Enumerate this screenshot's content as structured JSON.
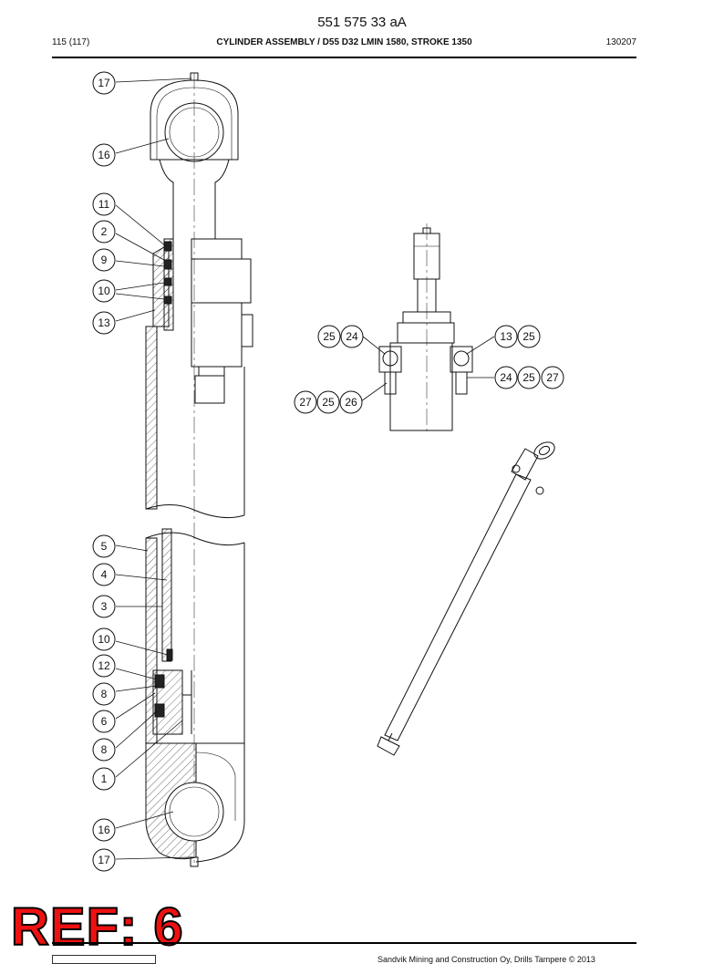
{
  "header": {
    "doc_number": "551 575 33 aA",
    "page_count": "115 (117)",
    "title": "CYLINDER ASSEMBLY / D55 D32 LMIN 1580, STROKE 1350",
    "date": "130207"
  },
  "callouts_main": [
    {
      "label": "17"
    },
    {
      "label": "16"
    },
    {
      "label": "11"
    },
    {
      "label": "2"
    },
    {
      "label": "9"
    },
    {
      "label": "10"
    },
    {
      "label": "13"
    },
    {
      "label": "5"
    },
    {
      "label": "4"
    },
    {
      "label": "3"
    },
    {
      "label": "10"
    },
    {
      "label": "12"
    },
    {
      "label": "8"
    },
    {
      "label": "6"
    },
    {
      "label": "8"
    },
    {
      "label": "1"
    },
    {
      "label": "16"
    },
    {
      "label": "17"
    }
  ],
  "callouts_detail": [
    {
      "label": "25"
    },
    {
      "label": "24"
    },
    {
      "label": "13"
    },
    {
      "label": "25"
    },
    {
      "label": "24"
    },
    {
      "label": "25"
    },
    {
      "label": "27"
    },
    {
      "label": "27"
    },
    {
      "label": "25"
    },
    {
      "label": "26"
    }
  ],
  "footer": {
    "stamp": "REF: 6",
    "copyright": "Sandvik Mining and Construction Oy, Drills Tampere © 2013"
  }
}
